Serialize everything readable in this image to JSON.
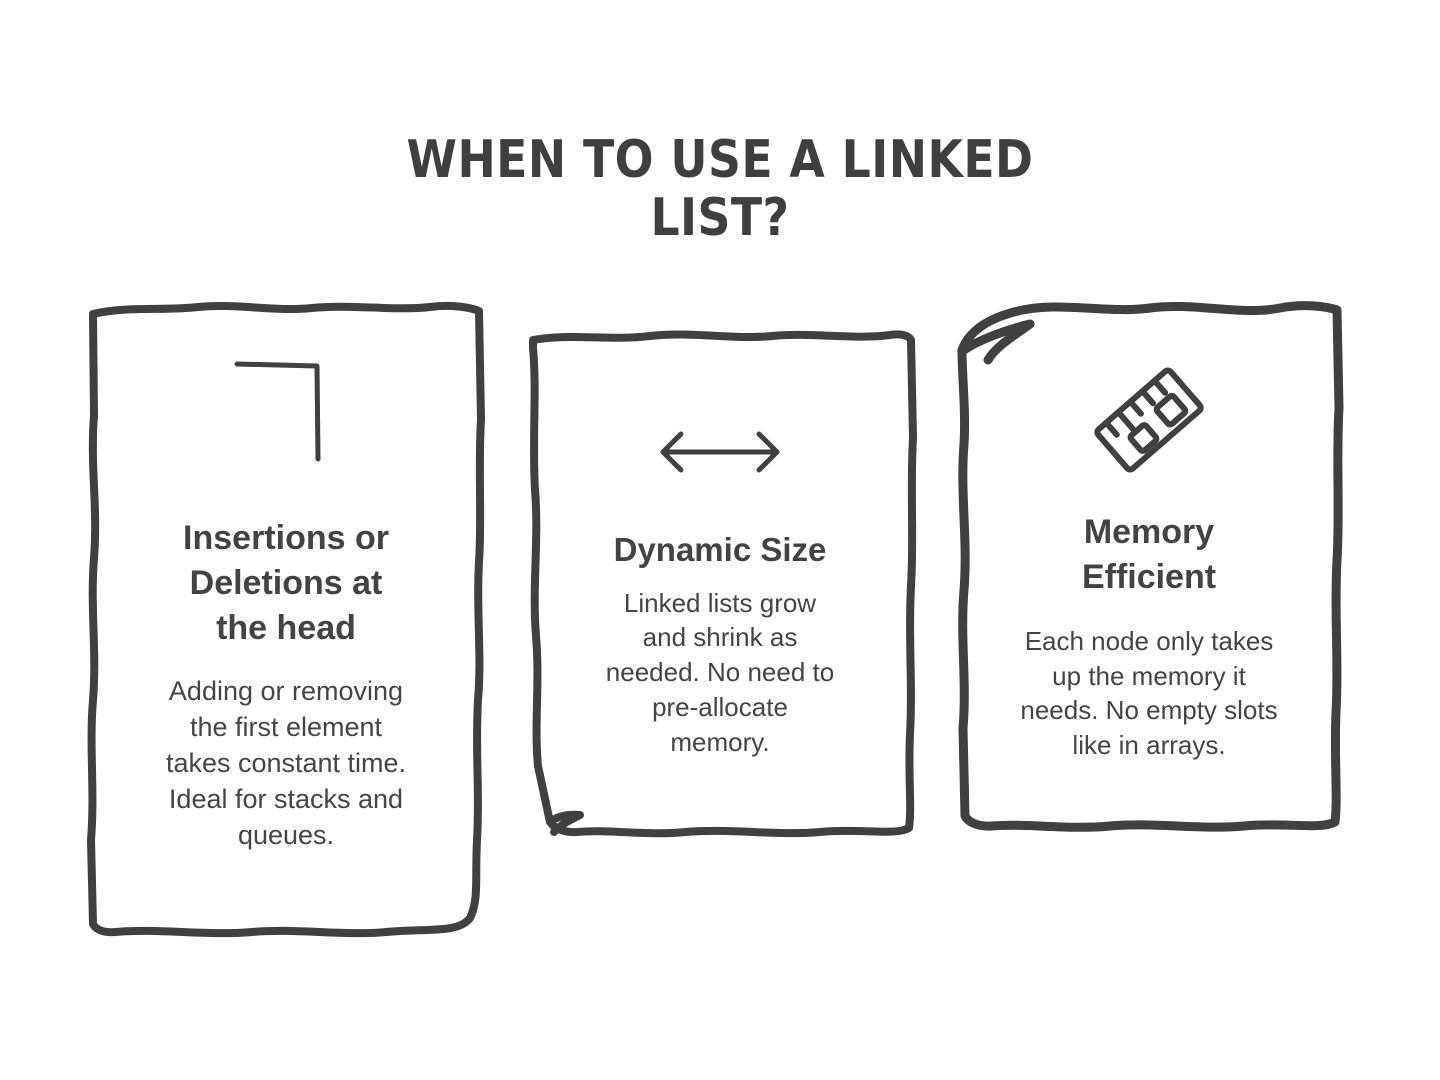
{
  "slide": {
    "title": "When to use a Linked\nList?",
    "background_color": "#ffffff",
    "ink_color": "#404040",
    "heading_color": "#434343",
    "body_color": "#454545"
  },
  "cards": [
    {
      "id": "insertions-deletions",
      "icon": "corner-line-icon",
      "heading": "Insertions or\nDeletions at\nthe head",
      "text": "Adding or removing\nthe first element\ntakes constant time.\nIdeal for stacks and\nqueues."
    },
    {
      "id": "dynamic-size",
      "icon": "double-arrow-horizontal-icon",
      "heading": "Dynamic Size",
      "text": "Linked lists grow\nand shrink as\nneeded. No need to\npre-allocate\nmemory."
    },
    {
      "id": "memory-efficient",
      "icon": "ruler-icon",
      "heading": "Memory\nEfficient",
      "text": "Each node only takes\nup the memory it\nneeds. No empty slots\nlike in arrays."
    }
  ]
}
